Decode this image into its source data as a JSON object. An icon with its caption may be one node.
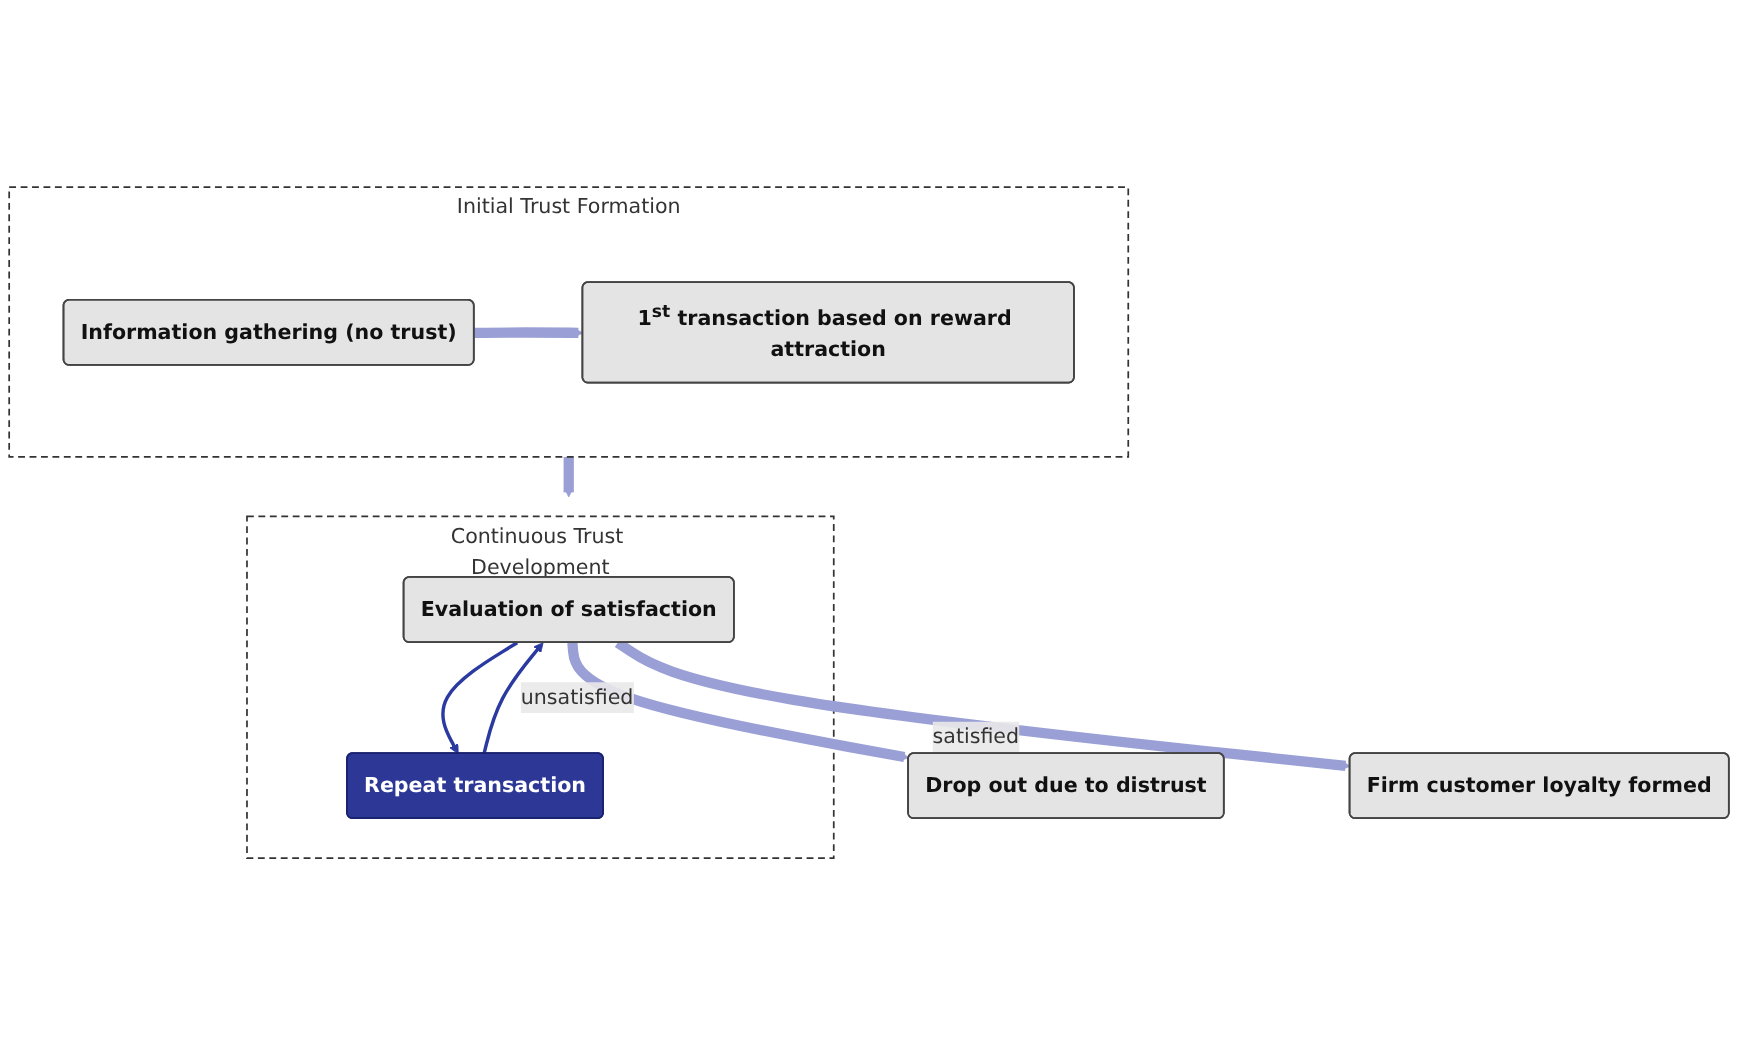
{
  "diagram": {
    "nodes": [
      {
        "text": [
          "Initial Trust Formation"
        ]
      },
      {
        "text": [
          "Information gathering (no trust)"
        ],
        "in": 0
      },
      {
        "text": [
          "1$^{st}$ transaction based on reward attraction"
        ],
        "in": 0
      },
      {
        "text": [
          "Continuous Trust Development"
        ]
      },
      {
        "text": [
          "Evaluation of satisfaction"
        ],
        "in": 3
      },
      {
        "text": [
          "Repeat transaction"
        ],
        "in": 3
      },
      {
        "text": [
          "Drop out due to distrust"
        ]
      },
      {
        "text": [
          "Firm customer loyalty formed"
        ]
      }
    ],
    "edges": [
      {
        "from": 1,
        "to": 2,
        "arrow": "to"
      },
      {
        "from": 0,
        "to": 3,
        "arrow": "to"
      },
      {
        "from": 4,
        "to": 6,
        "arrow": "to",
        "label": "unsatisfied"
      },
      {
        "from": 4,
        "to": 7,
        "arrow": "to",
        "label": "satisfied"
      },
      {
        "from": 4,
        "to": 5,
        "arrow": "to",
        "color": "#2b3aa0"
      },
      {
        "from": 5,
        "to": 4,
        "arrow": "to",
        "color": "#2b3aa0"
      }
    ]
  }
}
